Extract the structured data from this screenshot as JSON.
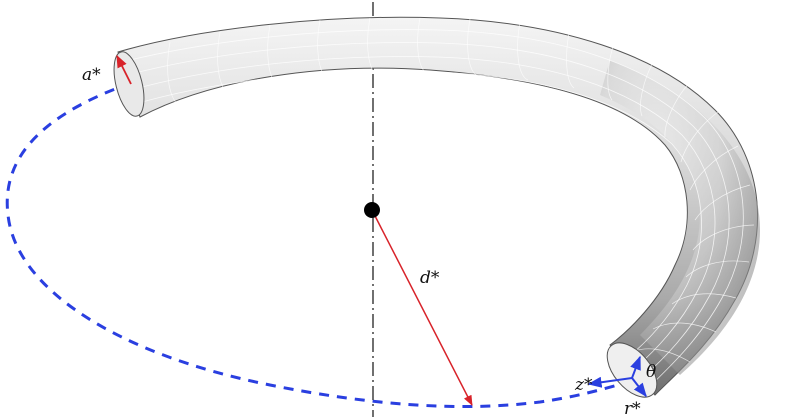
{
  "labels": {
    "minor_radius": "a*",
    "major_radius": "d*",
    "axial_coord": "z*",
    "azimuthal_coord": "θ",
    "radial_coord": "r*"
  },
  "colors": {
    "tube_light": "#f7f7f7",
    "tube_mid": "#c4c4c4",
    "tube_dark": "#6f6f6f",
    "mesh_line": "#ffffff",
    "dashed_circle": "#2a3fe0",
    "radius_arrow": "#d8232a",
    "axis_line": "#222222",
    "center_dot": "#000000",
    "coord_arrows": "#2a3fe0"
  },
  "icons": {
    "center": "center-point",
    "axis": "symmetry-axis"
  }
}
